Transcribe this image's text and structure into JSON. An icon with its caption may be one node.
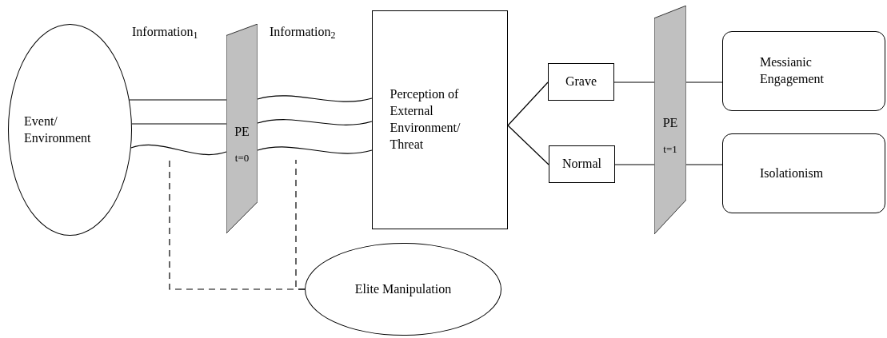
{
  "diagram": {
    "nodes": [
      {
        "text": [
          "Event/ Environment"
        ]
      },
      {
        "text": [
          "PE",
          "t=0"
        ]
      },
      {
        "text": [
          "Perception of External Environment/ Threat"
        ]
      },
      {
        "text": [
          "Grave"
        ]
      },
      {
        "text": [
          "Normal"
        ]
      },
      {
        "text": [
          "PE",
          "t=1"
        ]
      },
      {
        "text": [
          "Messianic Engagement"
        ]
      },
      {
        "text": [
          "Isolationism"
        ]
      },
      {
        "text": [
          "Elite Manipulation"
        ]
      }
    ],
    "edges": [
      {
        "from": 0,
        "to": 1,
        "arrow": "none"
      },
      {
        "from": 0,
        "to": 1,
        "arrow": "none"
      },
      {
        "from": 0,
        "to": 1,
        "arrow": "none"
      },
      {
        "from": 1,
        "to": 2,
        "arrow": "none"
      },
      {
        "from": 1,
        "to": 2,
        "arrow": "none"
      },
      {
        "from": 1,
        "to": 2,
        "arrow": "none"
      },
      {
        "from": 2,
        "to": 3,
        "arrow": "none"
      },
      {
        "from": 2,
        "to": 4,
        "arrow": "none"
      },
      {
        "from": 3,
        "to": 5,
        "arrow": "none"
      },
      {
        "from": 4,
        "to": 5,
        "arrow": "none"
      },
      {
        "from": 5,
        "to": 6,
        "arrow": "none"
      },
      {
        "from": 5,
        "to": 7,
        "arrow": "none"
      },
      {
        "from": 8,
        "to": null,
        "arrow": "none",
        "style": "dashed"
      },
      {
        "from": 8,
        "to": null,
        "arrow": "none",
        "style": "dashed"
      }
    ],
    "labels": [
      "Information$_{1}$",
      "Information$_{2}$"
    ]
  }
}
